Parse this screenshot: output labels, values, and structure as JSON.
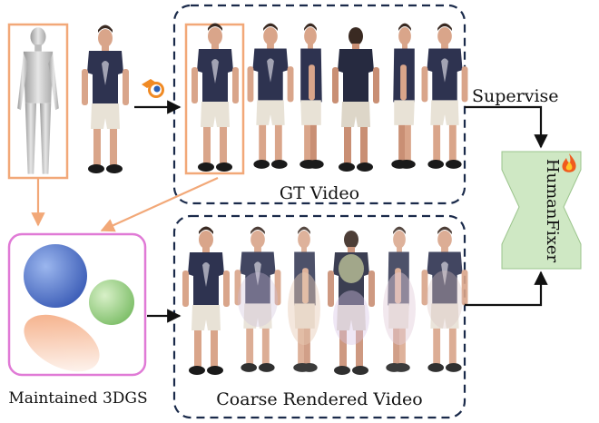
{
  "labels": {
    "gt_video": "GT Video",
    "coarse_video": "Coarse Rendered Video",
    "maintained": "Maintained 3DGS",
    "supervise": "Supervise",
    "fixer": "HumanFixer"
  },
  "icons": {
    "render_tool": "blender-icon",
    "trainable": "fire-icon"
  },
  "colors": {
    "orange": "#f2a878",
    "pink": "#e07ad6",
    "navy": "#1a2a4a",
    "fixer_fill": "#cfe8c4",
    "blue_sphere": "#5d7fcf",
    "green_sphere": "#9fd08e",
    "peach_ellipse": "#f6b690",
    "shirt": "#2e3350",
    "shorts": "#e8e2d6",
    "skin": "#d9a58a"
  }
}
